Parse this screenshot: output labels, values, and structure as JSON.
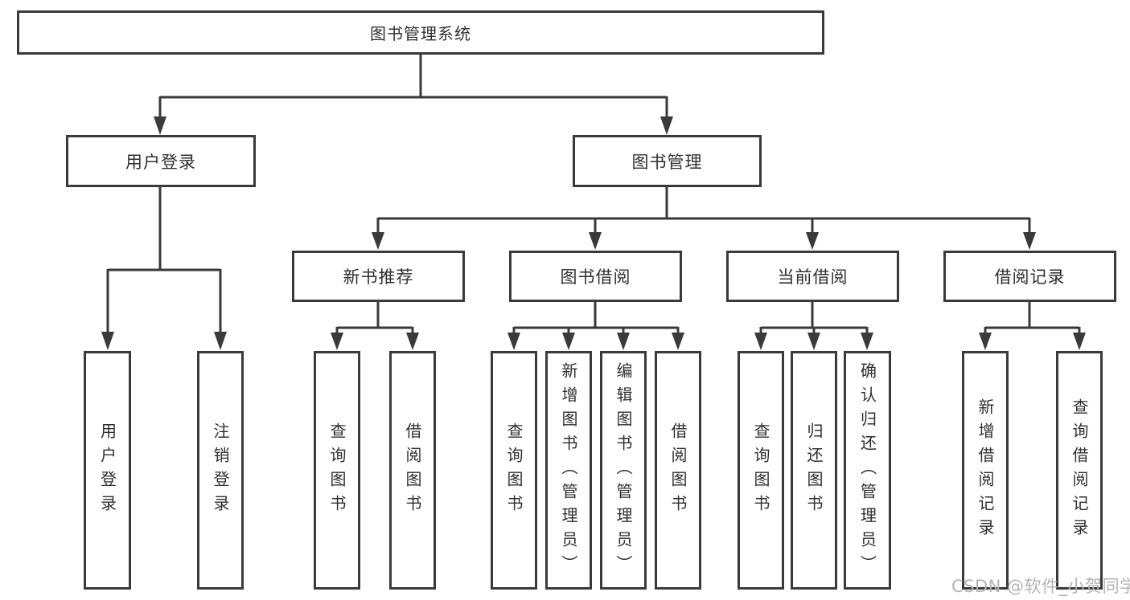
{
  "diagram": {
    "root": {
      "label": "图书管理系统"
    },
    "user_login": {
      "label": "用户登录",
      "children": [
        {
          "label": "用户登录"
        },
        {
          "label": "注销登录"
        }
      ]
    },
    "book_mgmt": {
      "label": "图书管理",
      "sections": [
        {
          "label": "新书推荐",
          "children": [
            {
              "label": "查询图书"
            },
            {
              "label": "借阅图书"
            }
          ]
        },
        {
          "label": "图书借阅",
          "children": [
            {
              "label": "查询图书"
            },
            {
              "label": "新增图书（管理员）"
            },
            {
              "label": "编辑图书（管理员）"
            },
            {
              "label": "借阅图书"
            }
          ]
        },
        {
          "label": "当前借阅",
          "children": [
            {
              "label": "查询图书"
            },
            {
              "label": "归还图书"
            },
            {
              "label": "确认归还（管理员）"
            }
          ]
        },
        {
          "label": "借阅记录",
          "children": [
            {
              "label": "新增借阅记录"
            },
            {
              "label": "查询借阅记录"
            }
          ]
        }
      ]
    },
    "watermark": "CSDN @软件_小贺同学",
    "colors": {
      "line": "#3a3a3a",
      "text": "#2f2f2f",
      "watermark": "#b3b3b3",
      "background": "#ffffff"
    }
  }
}
